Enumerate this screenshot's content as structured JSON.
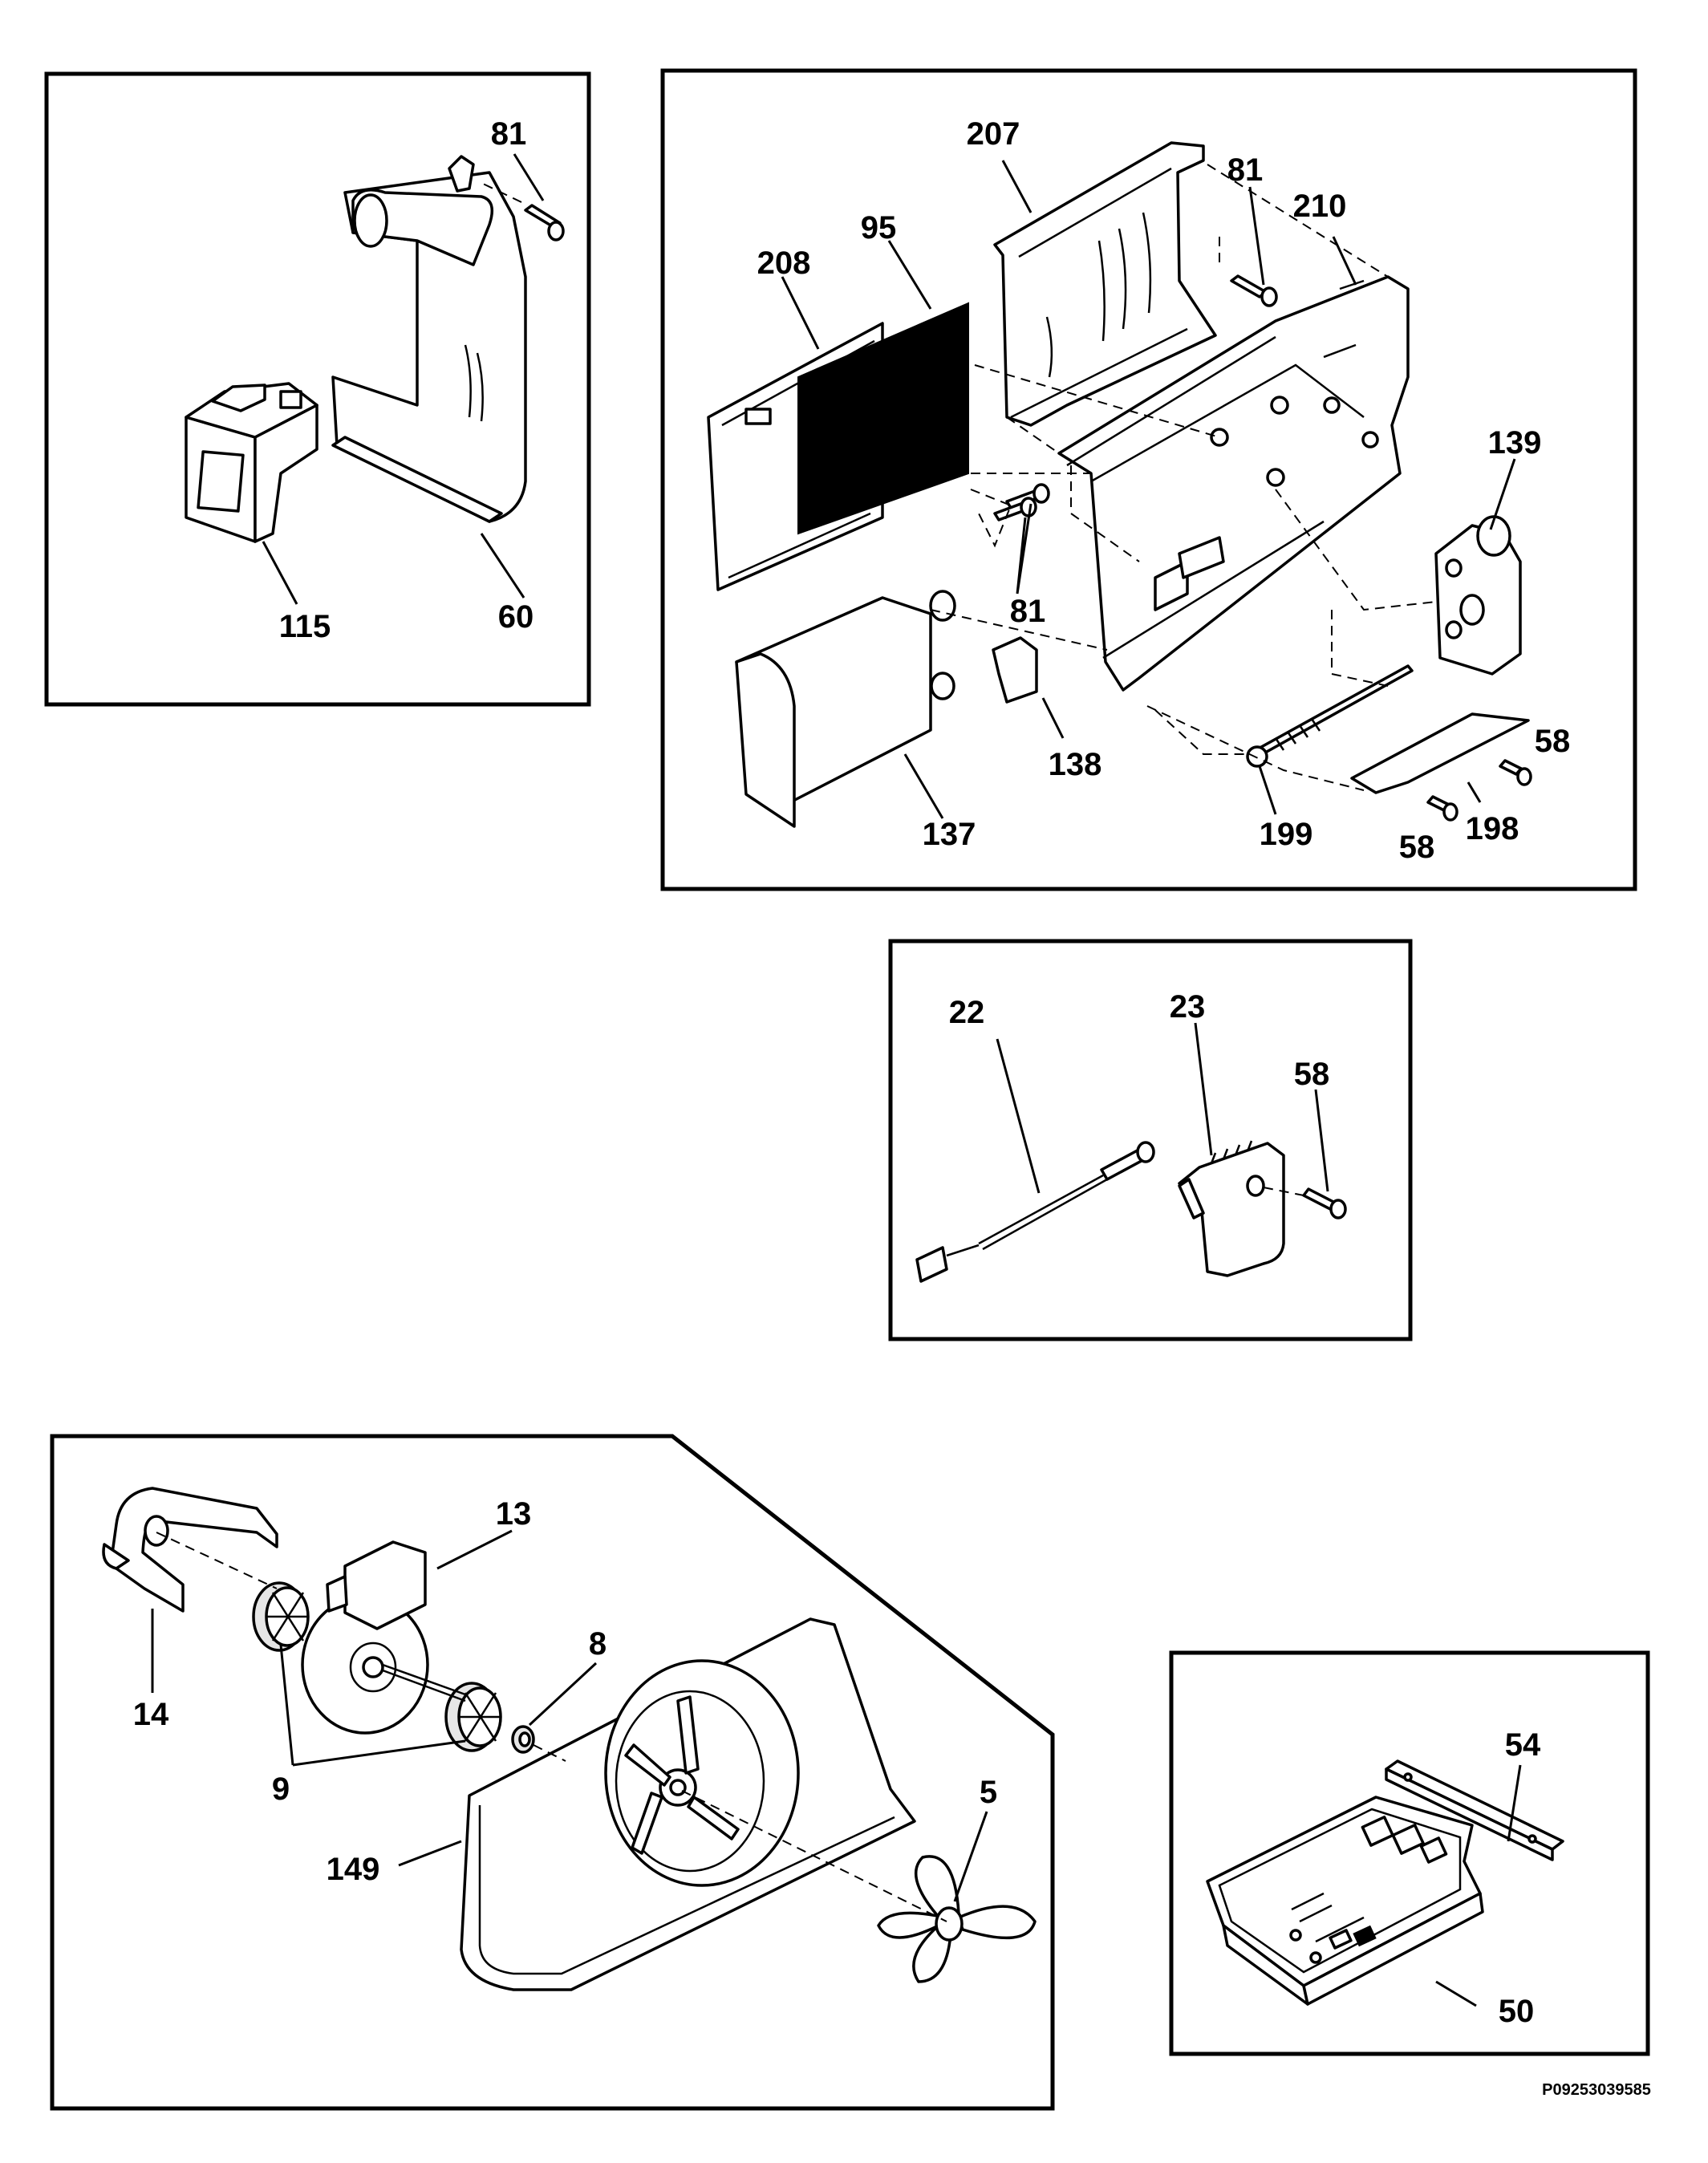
{
  "part_labels": {
    "p81a": "81",
    "p115": "115",
    "p60": "60",
    "p207": "207",
    "p81b": "81",
    "p210": "210",
    "p208": "208",
    "p95": "95",
    "p139": "139",
    "p81c": "81",
    "p137": "137",
    "p138": "138",
    "p58a": "58",
    "p199": "199",
    "p58b": "58",
    "p198": "198",
    "p22": "22",
    "p23": "23",
    "p58c": "58",
    "p13": "13",
    "p14": "14",
    "p8": "8",
    "p9": "9",
    "p5": "5",
    "p149": "149",
    "p54": "54",
    "p50": "50"
  },
  "drawing_code": "P09253039585"
}
